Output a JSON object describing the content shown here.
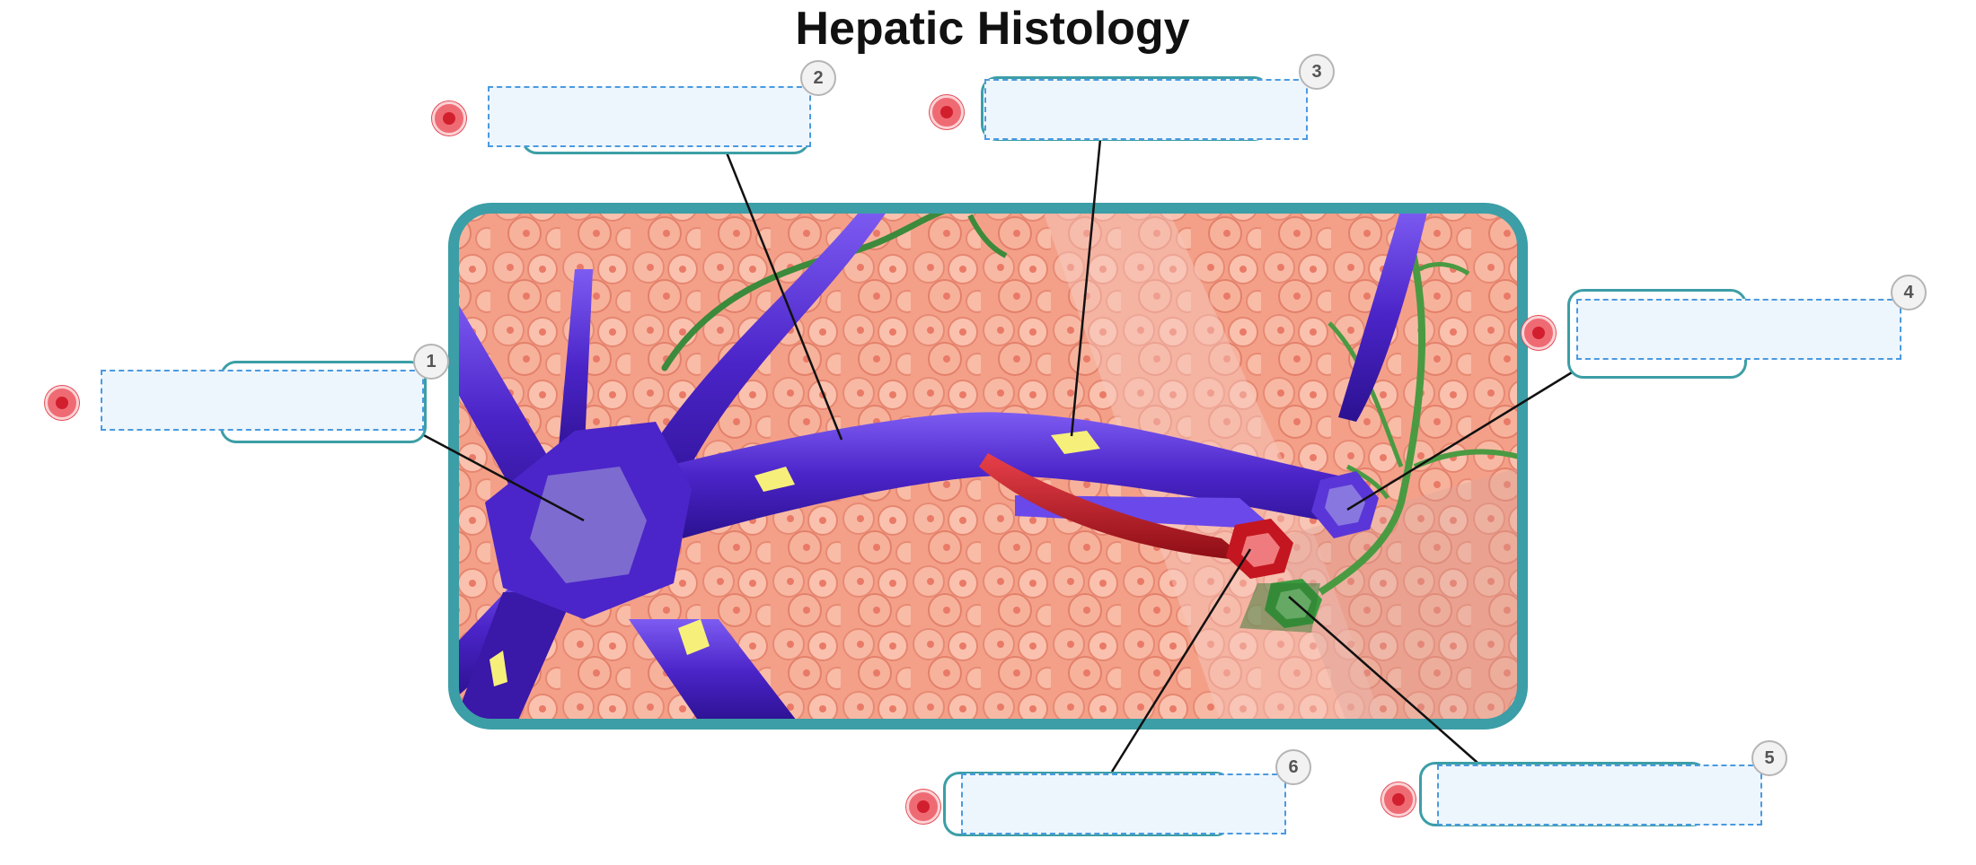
{
  "title": "Hepatic Histology",
  "colors": {
    "frame": "#3c9ea6",
    "tissue": "#f7a68e",
    "vein": "#5a2fd6",
    "artery": "#c41620",
    "bile_duct": "#3fa045",
    "dropzone_fill": "#eef6fd",
    "dropzone_border": "#4a9ae0",
    "pin": "#e34a55"
  },
  "labels": [
    {
      "number": "1",
      "text": ""
    },
    {
      "number": "2",
      "text": ""
    },
    {
      "number": "3",
      "text": ""
    },
    {
      "number": "4",
      "text": ""
    },
    {
      "number": "5",
      "text": ""
    },
    {
      "number": "6",
      "text": ""
    }
  ],
  "icons": {
    "pin": "target-pin-icon",
    "badge": "number-badge"
  }
}
